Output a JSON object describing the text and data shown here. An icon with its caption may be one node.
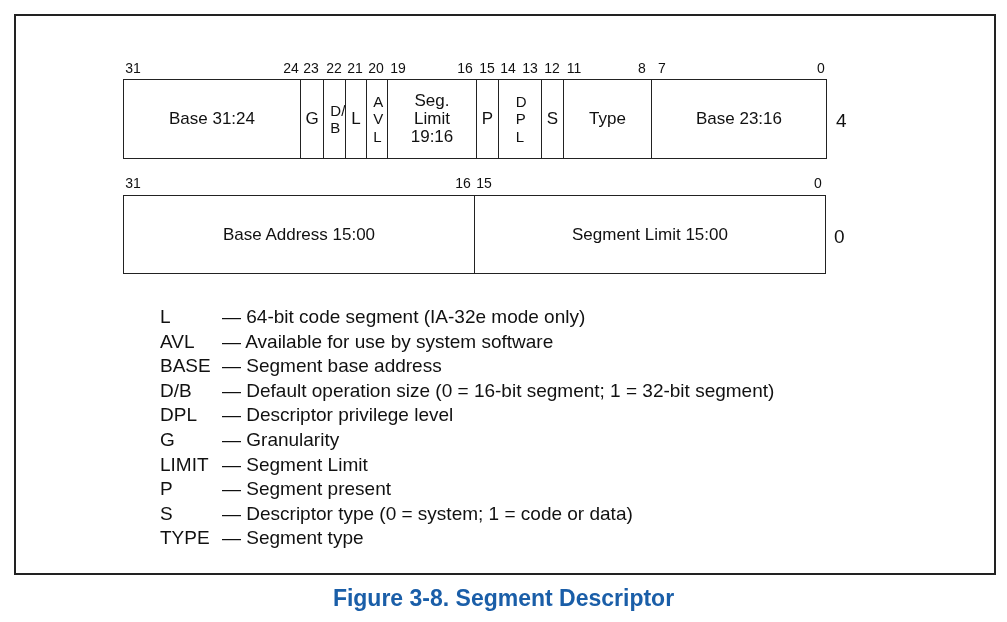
{
  "diagram": {
    "caption": "Figure 3-8.  Segment Descriptor",
    "nodes": [
      {
        "text": [
          "Base 31:24"
        ]
      },
      {
        "text": [
          "G"
        ]
      },
      {
        "text": [
          "D/B"
        ]
      },
      {
        "text": [
          "L"
        ]
      },
      {
        "text": [
          "AVL"
        ]
      },
      {
        "text": [
          "Seg. Limit 19:16"
        ]
      },
      {
        "text": [
          "P"
        ]
      },
      {
        "text": [
          "DPL"
        ]
      },
      {
        "text": [
          "S"
        ]
      },
      {
        "text": [
          "Type"
        ]
      },
      {
        "text": [
          "Base 23:16"
        ]
      },
      {
        "text": [
          "Base Address 15:00"
        ]
      },
      {
        "text": [
          "Segment Limit 15:00"
        ]
      }
    ],
    "labels": [
      "31",
      "24",
      "23",
      "22",
      "21",
      "20",
      "19",
      "16",
      "15",
      "14",
      "13",
      "12",
      "11",
      "8",
      "7",
      "0",
      "4",
      "31",
      "16",
      "15",
      "0",
      "0",
      "L",
      "— 64-bit code segment (IA-32e mode only)",
      "AVL",
      "— Available for use by system software",
      "BASE",
      "— Segment base address",
      "D/B",
      "— Default operation size (0 = 16-bit segment; 1 = 32-bit segment)",
      "DPL",
      "— Descriptor privilege level",
      "G",
      "— Granularity",
      "LIMIT",
      "— Segment Limit",
      "P",
      "— Segment present",
      "S",
      "— Descriptor type (0 = system; 1 = code or data)",
      "TYPE",
      "— Segment type"
    ]
  }
}
